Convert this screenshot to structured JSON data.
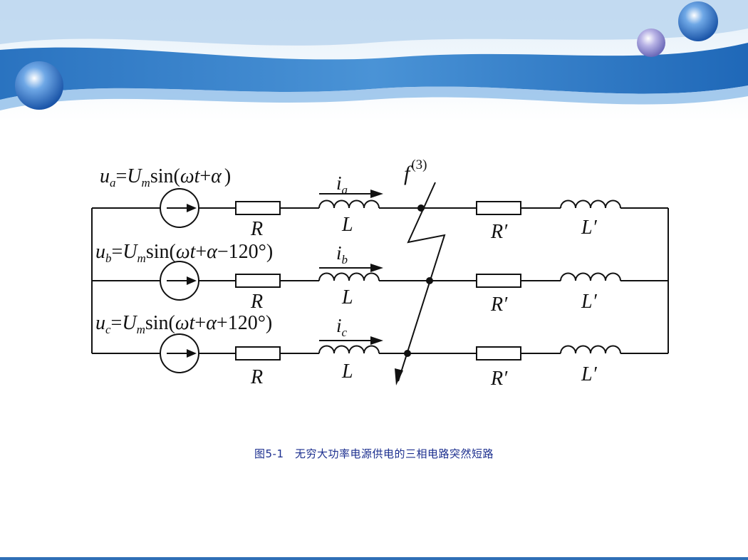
{
  "diagram": {
    "fault_symbol": "f",
    "fault_superscript": "(3)",
    "phases": [
      {
        "voltage": {
          "u": "u",
          "u_sub": "a",
          "eq": "=",
          "U": "U",
          "U_sub": "m",
          "fn": "sin(",
          "omega": "ω",
          "t": "t",
          "plus": "+",
          "alpha": "α",
          "tail": ")"
        },
        "current": {
          "i": "i",
          "sub": "a"
        }
      },
      {
        "voltage": {
          "u": "u",
          "u_sub": "b",
          "eq": "=",
          "U": "U",
          "U_sub": "m",
          "fn": "sin(",
          "omega": "ω",
          "t": "t",
          "plus": "+",
          "alpha": "α",
          "tail": "−120°)"
        },
        "current": {
          "i": "i",
          "sub": "b"
        }
      },
      {
        "voltage": {
          "u": "u",
          "u_sub": "c",
          "eq": "=",
          "U": "U",
          "U_sub": "m",
          "fn": "sin(",
          "omega": "ω",
          "t": "t",
          "plus": "+",
          "alpha": "α",
          "tail": "+120°)"
        },
        "current": {
          "i": "i",
          "sub": "c"
        }
      }
    ],
    "resistor_label": "R",
    "inductor_label": "L",
    "load_resistor_label": "R′",
    "load_inductor_label": "L′"
  },
  "caption": "图5-1　无穷大功率电源供电的三相电路突然短路",
  "colors": {
    "banner_dark": "#1f68b8",
    "banner_light": "#cfe3f5",
    "caption": "#1c2f8f"
  }
}
